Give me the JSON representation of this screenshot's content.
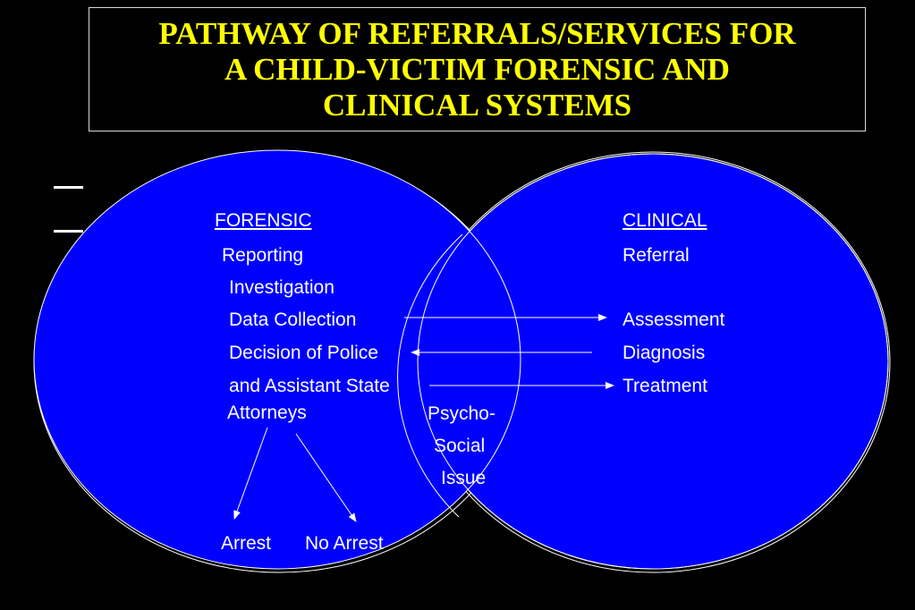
{
  "title": {
    "line1": "PATHWAY OF REFERRALS/SERVICES FOR",
    "line2": "A CHILD-VICTIM FORENSIC AND",
    "line3": "CLINICAL SYSTEMS"
  },
  "colors": {
    "background": "#000000",
    "title_text": "#ffff00",
    "circle_fill": "#0000ff",
    "text": "#ffffff"
  },
  "forensic": {
    "header": "FORENSIC",
    "reporting": "Reporting",
    "investigation": "Investigation",
    "data_collection": "Data Collection",
    "decision": "Decision of Police",
    "and_asa": "and Assistant State",
    "attorneys": "Attorneys",
    "arrest": "Arrest",
    "no_arrest": "No Arrest"
  },
  "overlap": {
    "psycho": "Psycho-",
    "social": "Social",
    "issue": "Issue"
  },
  "clinical": {
    "header": "CLINICAL",
    "referral": "Referral",
    "assessment": "Assessment",
    "diagnosis": "Diagnosis",
    "treatment": "Treatment"
  }
}
